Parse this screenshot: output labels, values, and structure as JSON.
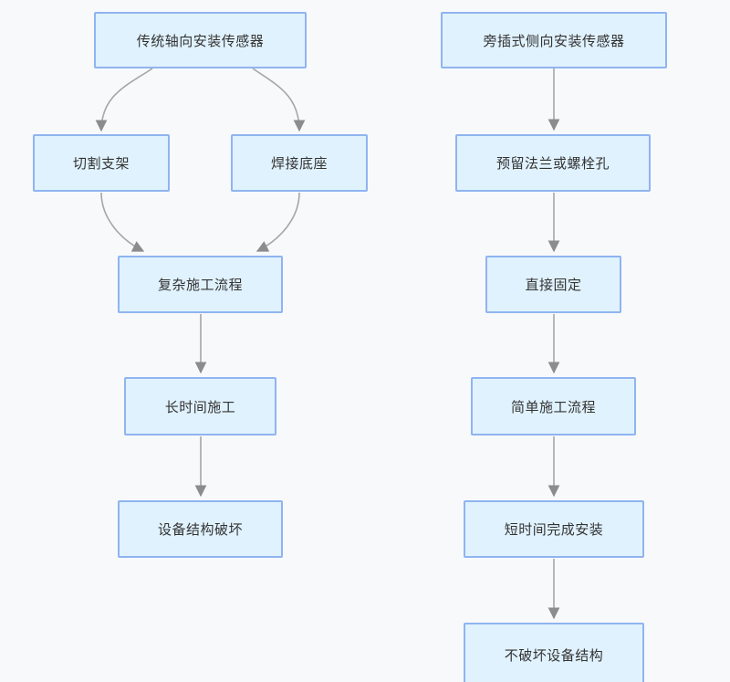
{
  "diagram": {
    "type": "flowchart",
    "direction": "top-down",
    "colors": {
      "background": "#f8f9fb",
      "node_fill": "#e0f2fe",
      "node_border": "#8fb4f0",
      "edge_line": "#a6a6a6",
      "arrowhead": "#8c8c8c",
      "text": "#333333"
    },
    "flows": [
      {
        "name": "traditional-axial-installation",
        "nodes": [
          {
            "id": "A",
            "label": "传统轴向安装传感器"
          },
          {
            "id": "B",
            "label": "切割支架"
          },
          {
            "id": "C",
            "label": "焊接底座"
          },
          {
            "id": "D",
            "label": "复杂施工流程"
          },
          {
            "id": "E",
            "label": "长时间施工"
          },
          {
            "id": "F",
            "label": "设备结构破坏"
          }
        ],
        "edges": [
          {
            "from": "A",
            "to": "B"
          },
          {
            "from": "A",
            "to": "C"
          },
          {
            "from": "B",
            "to": "D"
          },
          {
            "from": "C",
            "to": "D"
          },
          {
            "from": "D",
            "to": "E"
          },
          {
            "from": "E",
            "to": "F"
          }
        ]
      },
      {
        "name": "side-insert-lateral-installation",
        "nodes": [
          {
            "id": "G",
            "label": "旁插式侧向安装传感器"
          },
          {
            "id": "H",
            "label": "预留法兰或螺栓孔"
          },
          {
            "id": "I",
            "label": "直接固定"
          },
          {
            "id": "J",
            "label": "简单施工流程"
          },
          {
            "id": "K",
            "label": "短时间完成安装"
          },
          {
            "id": "L",
            "label": "不破坏设备结构"
          }
        ],
        "edges": [
          {
            "from": "G",
            "to": "H"
          },
          {
            "from": "H",
            "to": "I"
          },
          {
            "from": "I",
            "to": "J"
          },
          {
            "from": "J",
            "to": "K"
          },
          {
            "from": "K",
            "to": "L"
          }
        ]
      }
    ]
  }
}
